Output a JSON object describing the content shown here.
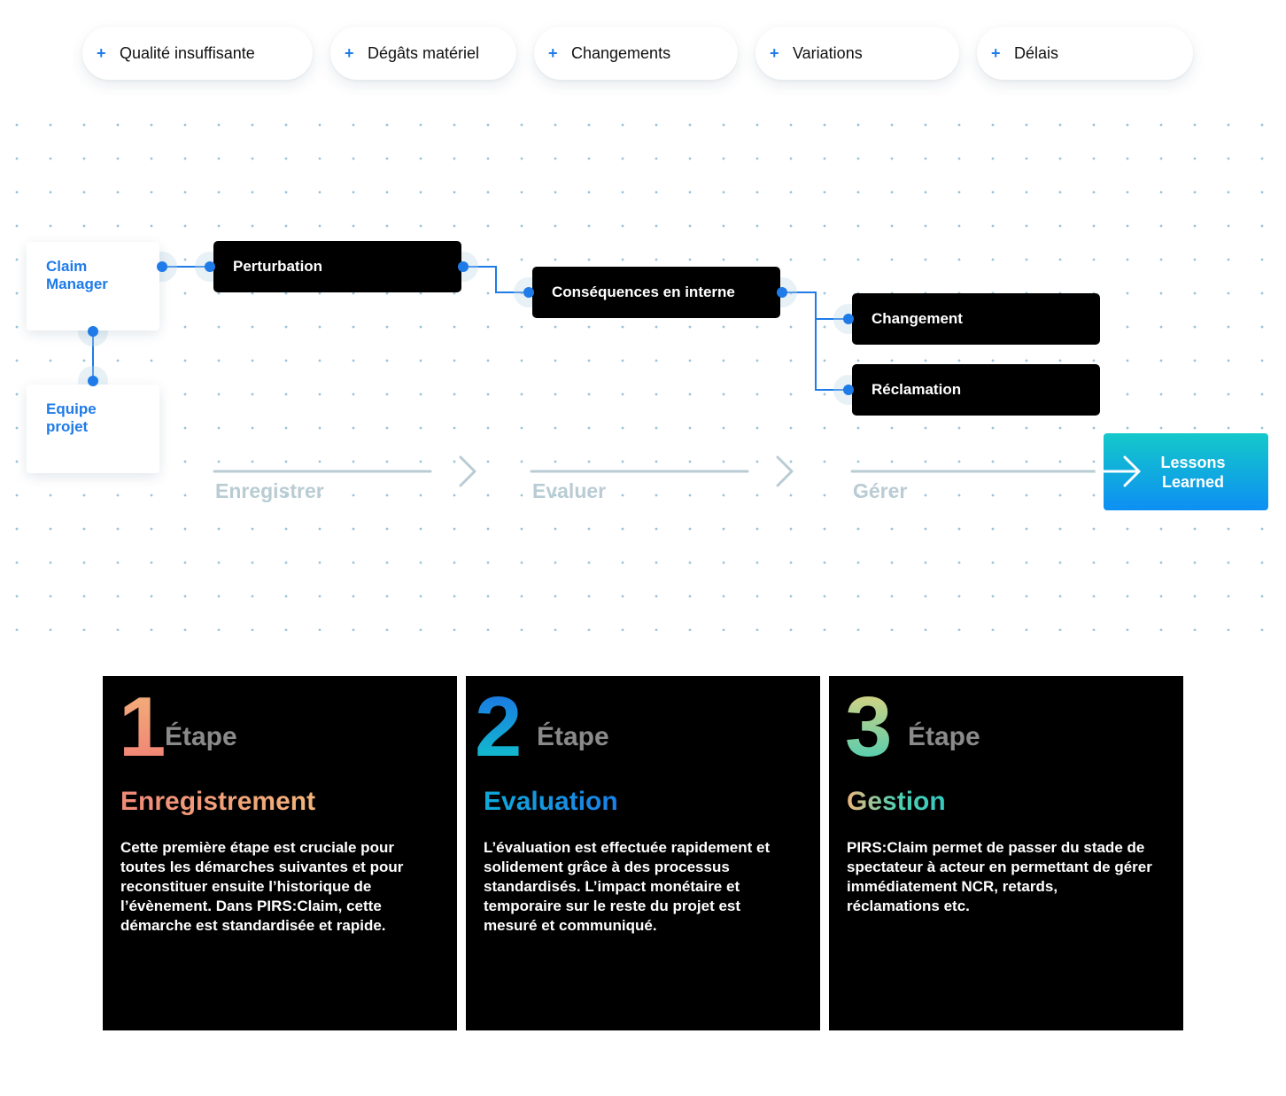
{
  "categories": [
    {
      "label": "Qualité insuffisante"
    },
    {
      "label": "Dégâts matériel"
    },
    {
      "label": "Changements"
    },
    {
      "label": "Variations"
    },
    {
      "label": "Délais"
    }
  ],
  "roles": {
    "claim_manager": "Claim Manager",
    "equipe_projet": "Equipe projet"
  },
  "nodes": {
    "perturbation": "Perturbation",
    "consequences": "Conséquences en interne",
    "changement": "Changement",
    "reclamation": "Réclamation"
  },
  "phases": {
    "enregistrer": "Enregistrer",
    "evaluer": "Evaluer",
    "gerer": "Gérer"
  },
  "lessons_learned": "Lessons Learned",
  "steps": [
    {
      "number": "1",
      "etape": "Étape",
      "title": "Enregistrement",
      "description": "Cette première étape est cruciale pour toutes les démarches suivantes et pour reconstituer ensuite l’historique de l’évènement. Dans PIRS:Claim, cette démarche est standardisée et rapide."
    },
    {
      "number": "2",
      "etape": "Étape",
      "title": "Evaluation",
      "description": "L’évaluation est effectuée rapidement et solidement grâce à des processus standardisés. L’impact monétaire et temporaire sur le reste du projet est mesuré et communiqué."
    },
    {
      "number": "3",
      "etape": "Étape",
      "title": "Gestion",
      "description": "PIRS:Claim permet de passer du stade de spectateur à acteur en permettant de gérer immédiatement NCR, retards, réclamations etc."
    }
  ],
  "colors": {
    "accent_blue": "#1e7be8",
    "node_black": "#000000",
    "phase_grey": "#b9ccd4"
  }
}
